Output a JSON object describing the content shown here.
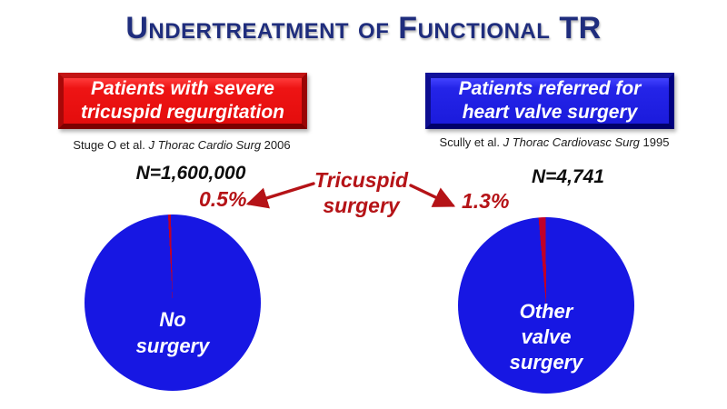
{
  "title": "Undertreatment of Functional TR",
  "colors": {
    "title_navy": "#1f2d7d",
    "accent_red": "#b51317",
    "pie_blue": "#1717e3",
    "pie_red": "#c00028",
    "box_red": "#e81111",
    "box_blue": "#1e1edd"
  },
  "center": {
    "label": "Tricuspid\nsurgery"
  },
  "left_panel": {
    "header": "Patients with severe\ntricuspid regurgitation",
    "citation": {
      "authors": "Stuge O et al. ",
      "journal": "J Thorac Cardio Surg",
      "year": " 2006"
    },
    "n_label": "N=1,600,000",
    "percent": "0.5%",
    "pie_label": "No\nsurgery"
  },
  "right_panel": {
    "header": "Patients referred for\nheart valve surgery",
    "citation": {
      "authors": "Scully et al. ",
      "journal": "J Thorac Cardiovasc Surg",
      "year": " 1995"
    },
    "n_label": "N=4,741",
    "percent": "1.3%",
    "pie_label": "Other\nvalve\nsurgery"
  },
  "chart_data": [
    {
      "type": "pie",
      "title": "Patients with severe tricuspid regurgitation",
      "n_text": "N=1,600,000",
      "rotation_deg": -3,
      "slices": [
        {
          "label": "Tricuspid surgery",
          "value": 0.5,
          "color": "#c00028"
        },
        {
          "label": "No surgery",
          "value": 99.5,
          "color": "#1717e3"
        }
      ],
      "source": "Stuge O et al. J Thorac Cardio Surg 2006",
      "legend": "none"
    },
    {
      "type": "pie",
      "title": "Patients referred for heart valve surgery",
      "n_text": "N=4,741",
      "rotation_deg": -5,
      "slices": [
        {
          "label": "Tricuspid surgery",
          "value": 1.3,
          "color": "#c00028"
        },
        {
          "label": "Other valve surgery",
          "value": 98.7,
          "color": "#1717e3"
        }
      ],
      "source": "Scully et al. J Thorac Cardiovasc Surg 1995",
      "legend": "none"
    }
  ]
}
